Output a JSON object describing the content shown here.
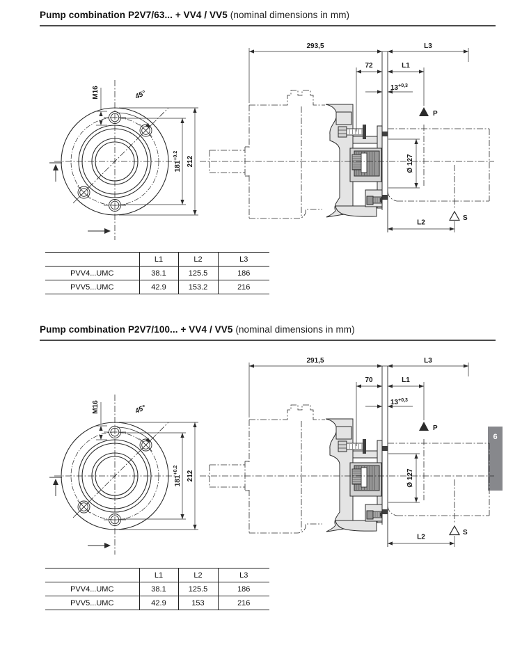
{
  "page": {
    "side_tab": "6"
  },
  "sections": [
    {
      "title": "Pump combination P2V7/63... + VV4 / VV5",
      "subtitle": "(nominal dimensions in mm)",
      "front_view": {
        "thread_label": "M16",
        "angle_label": "45°",
        "bolt_circle_dim": "181",
        "bolt_circle_tol": "+0.2",
        "outer_dim": "212"
      },
      "side_view": {
        "overall_length": "293,5",
        "l3_label": "L3",
        "flange_offset": "72",
        "l1_label": "L1",
        "groove_dim": "13",
        "groove_tol": "+0,3",
        "pilot_dia": "Ø 127",
        "l2_label": "L2",
        "port_p_label": "P",
        "port_s_label": "S"
      },
      "table": {
        "col_headers": [
          "L1",
          "L2",
          "L3"
        ],
        "rows": [
          {
            "model": "PVV4...UMC",
            "l1": "38.1",
            "l2": "125.5",
            "l3": "186"
          },
          {
            "model": "PVV5...UMC",
            "l1": "42.9",
            "l2": "153.2",
            "l3": "216"
          }
        ]
      }
    },
    {
      "title": "Pump combination P2V7/100... + VV4 / VV5",
      "subtitle": "(nominal dimensions in mm)",
      "front_view": {
        "thread_label": "M16",
        "angle_label": "45°",
        "bolt_circle_dim": "181",
        "bolt_circle_tol": "+0.2",
        "outer_dim": "212"
      },
      "side_view": {
        "overall_length": "291,5",
        "l3_label": "L3",
        "flange_offset": "70",
        "l1_label": "L1",
        "groove_dim": "13",
        "groove_tol": "+0,3",
        "pilot_dia": "Ø 127",
        "l2_label": "L2",
        "port_p_label": "P",
        "port_s_label": "S"
      },
      "table": {
        "col_headers": [
          "L1",
          "L2",
          "L3"
        ],
        "rows": [
          {
            "model": "PVV4...UMC",
            "l1": "38.1",
            "l2": "125.5",
            "l3": "186"
          },
          {
            "model": "PVV5...UMC",
            "l1": "42.9",
            "l2": "153",
            "l3": "216"
          }
        ]
      }
    }
  ]
}
